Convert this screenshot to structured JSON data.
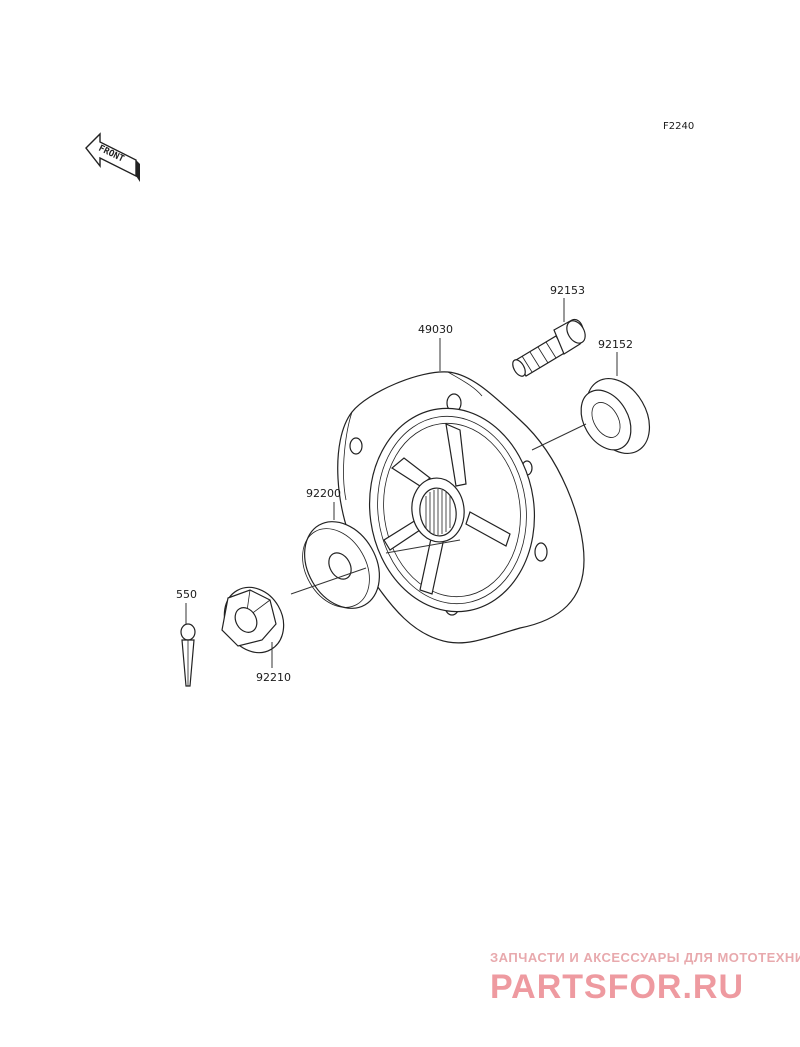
{
  "figure_code": "F2240",
  "front_label": "FRONT",
  "parts": [
    {
      "id": "hub",
      "ref": "49030"
    },
    {
      "id": "stud",
      "ref": "92153"
    },
    {
      "id": "seal",
      "ref": "92152"
    },
    {
      "id": "washer",
      "ref": "92200"
    },
    {
      "id": "nut",
      "ref": "92210"
    },
    {
      "id": "cotter-pin",
      "ref": "550"
    }
  ],
  "watermark": {
    "tagline": "ЗАПЧАСТИ И АКСЕССУАРЫ ДЛЯ МОТОТЕХНИКИ",
    "brand": "PARTSFOR.RU"
  }
}
